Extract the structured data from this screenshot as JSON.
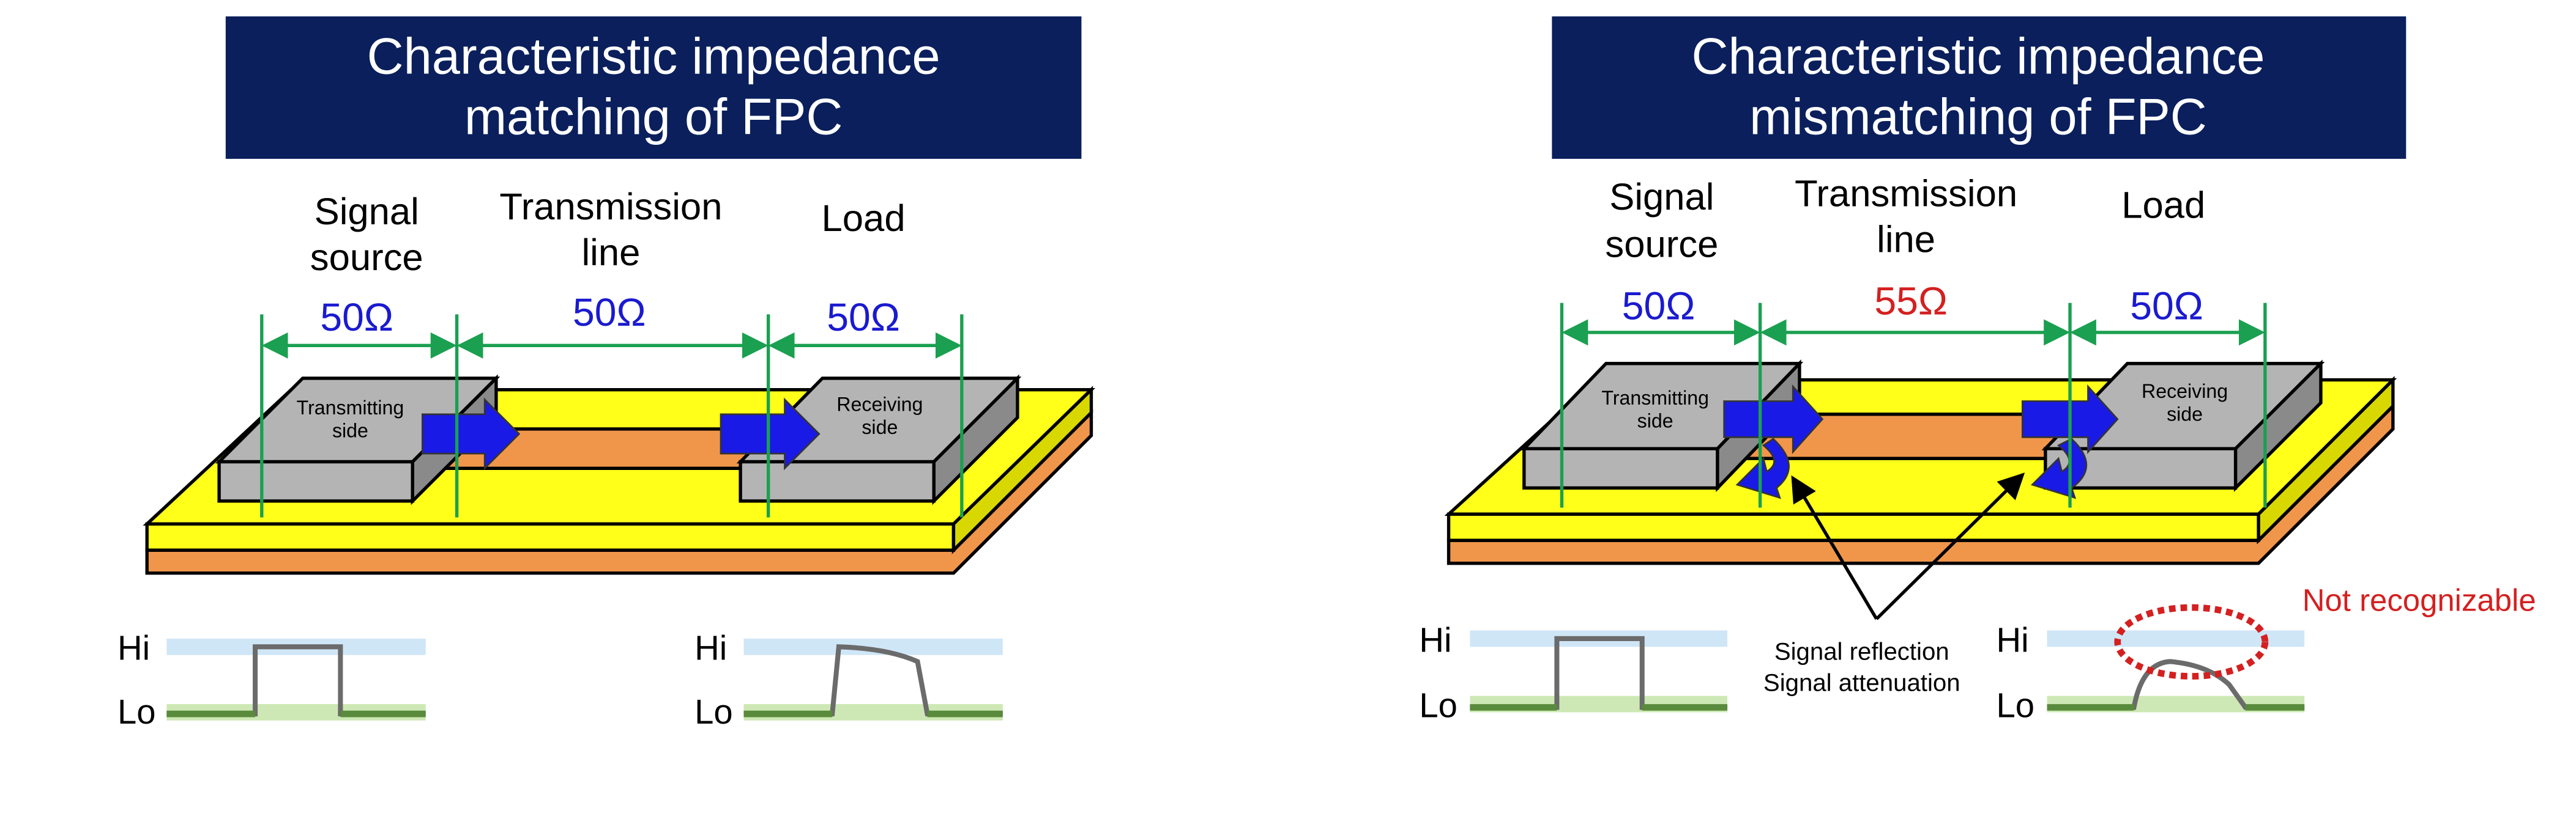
{
  "panels": [
    {
      "title_line1": "Characteristic impedance",
      "title_line2": "matching of FPC",
      "labels": {
        "source_1": "Signal",
        "source_2": "source",
        "line_1": "Transmission",
        "line_2": "line",
        "load": "Load"
      },
      "impedances": {
        "source": "50Ω",
        "line": "50Ω",
        "load": "50Ω"
      },
      "line_impedance_color": "#1a1ad0",
      "tx_1": "Transmitting",
      "tx_2": "side",
      "rx_1": "Receiving",
      "rx_2": "side",
      "hi": "Hi",
      "lo": "Lo"
    },
    {
      "title_line1": "Characteristic impedance",
      "title_line2": "mismatching of FPC",
      "labels": {
        "source_1": "Signal",
        "source_2": "source",
        "line_1": "Transmission",
        "line_2": "line",
        "load": "Load"
      },
      "impedances": {
        "source": "50Ω",
        "line": "55Ω",
        "load": "50Ω"
      },
      "line_impedance_color": "#d42020",
      "tx_1": "Transmitting",
      "tx_2": "side",
      "rx_1": "Receiving",
      "rx_2": "side",
      "hi": "Hi",
      "lo": "Lo",
      "callout_1": "Signal reflection",
      "callout_2": "Signal attenuation",
      "warning": "Not recognizable"
    }
  ],
  "colors": {
    "title_bg": "#0a1f5c",
    "yellow": "#ffff1a",
    "orange": "#f0964a",
    "gray": "#b4b4b4",
    "arrow": "#1a1ae6",
    "dim": "#1aa050",
    "hi_band": "#cfe6f7",
    "lo_band": "#cde8b4"
  }
}
